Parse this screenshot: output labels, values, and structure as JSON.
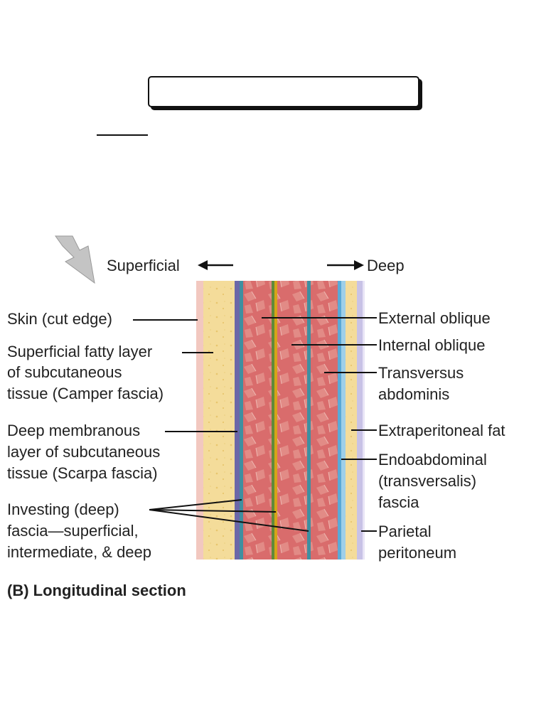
{
  "header": {
    "title_box_text": ""
  },
  "direction": {
    "superficial": "Superficial",
    "deep": "Deep"
  },
  "left_labels": {
    "skin": "Skin (cut edge)",
    "camper": [
      "Superficial fatty layer",
      "of subcutaneous",
      "tissue (Camper fascia)"
    ],
    "scarpa": [
      "Deep membranous",
      "layer of subcutaneous",
      "tissue (Scarpa fascia)"
    ],
    "investing": [
      "Investing (deep)",
      "fascia—superficial,",
      "intermediate, & deep"
    ]
  },
  "right_labels": {
    "external_oblique": "External oblique",
    "internal_oblique": "Internal oblique",
    "transversus": [
      "Transversus",
      "abdominis"
    ],
    "extraperitoneal_fat": "Extraperitoneal fat",
    "endoabdominal": [
      "Endoabdominal",
      "(transversalis)",
      "fascia"
    ],
    "parietal_peritoneum": [
      "Parietal",
      "peritoneum"
    ]
  },
  "caption": {
    "label": "(B) Longitudinal section"
  },
  "colors": {
    "skin": "#f2c8c0",
    "fat": "#f4dc9a",
    "membrane": "#6b67a8",
    "muscle": "#d96c6c",
    "fascia_yellow": "#d6a418",
    "fascia_blue": "#5aa9d6",
    "peritoneum": "#c8c2e6",
    "arrow_gray": "#c4c4c4"
  }
}
